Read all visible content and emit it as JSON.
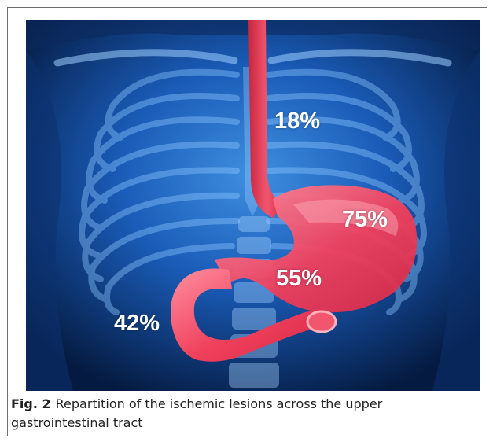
{
  "figure": {
    "labels": {
      "esophagus": "18%",
      "stomach_fundus": "75%",
      "stomach_antrum": "55%",
      "duodenum": "42%"
    },
    "colors": {
      "background_dark": "#06204a",
      "background_light": "#3f8fe0",
      "organ": "#f0405c",
      "organ_highlight": "#ff8fa0"
    }
  },
  "caption": {
    "label": "Fig. 2",
    "text": "Repartition of the ischemic lesions across the upper gastrointestinal tract"
  }
}
